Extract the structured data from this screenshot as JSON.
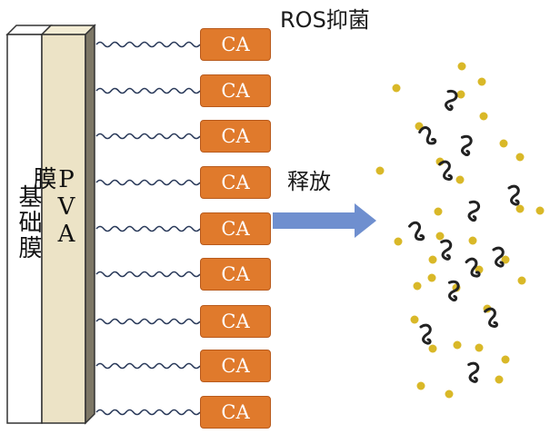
{
  "title": "ROS抑菌",
  "release_label": "释放",
  "base_film_label": "基础膜",
  "pva_film_label": "PVA膜",
  "ca_label": "CA",
  "ca_count": 9,
  "colors": {
    "ca_fill": "#e07a2c",
    "arrow": "#6f8fcf",
    "dot": "#d9b828",
    "pva_fill": "#ece3c6",
    "bacteria": "#222222"
  },
  "icons": [
    "chain-link-icon",
    "arrow-right-icon",
    "bacteria-icon"
  ]
}
